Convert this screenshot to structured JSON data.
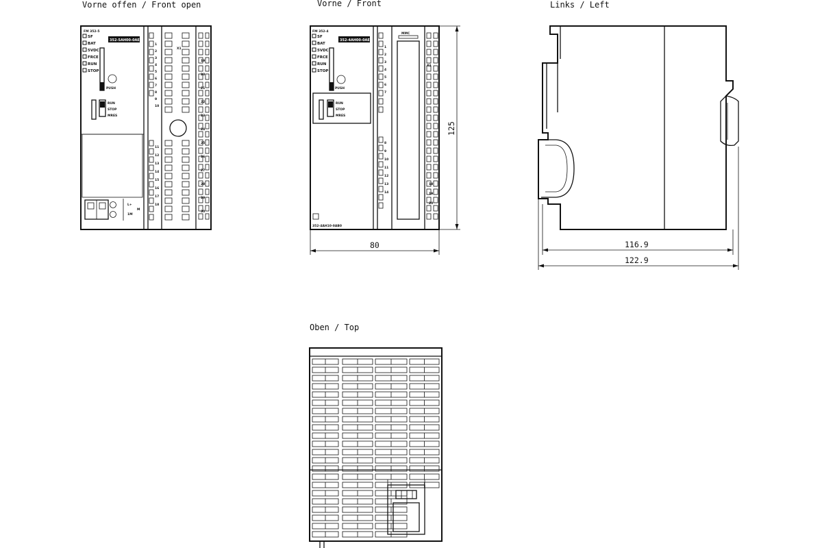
{
  "views": {
    "front_open": {
      "title": "Vorne offen / Front open",
      "module": "FM 352-5",
      "order_no": "352-5AH00-0AE0",
      "status_leds": [
        "SF",
        "BAT",
        "5VDC",
        "FRCE",
        "RUN",
        "STOP"
      ],
      "mode_labels": [
        "RUN",
        "STOP",
        "MRES"
      ],
      "push_label": "PUSH",
      "left_pins": [
        "1",
        "2",
        "3",
        "4",
        "5",
        "6",
        "7",
        "8",
        "9",
        "10"
      ],
      "lower_pins": [
        "11",
        "12",
        "13",
        "14",
        "15",
        "16",
        "17",
        "18"
      ],
      "right_pins": [
        "19",
        "20",
        "21",
        "22",
        "23",
        "24",
        "25",
        "26",
        "27",
        "28",
        "29",
        "30"
      ],
      "xsx_label": "X1",
      "terminal_labels": [
        "L+",
        "1M",
        "M"
      ]
    },
    "front": {
      "title": "Vorne / Front",
      "module": "FM 352-4",
      "order_no": "352-4AH00-0AE0",
      "status_leds": [
        "SF",
        "BAT",
        "5VDC",
        "FRCE",
        "RUN",
        "STOP"
      ],
      "mode_labels": [
        "RUN",
        "STOP",
        "MRES"
      ],
      "push_label": "PUSH",
      "card_label": "MMC",
      "footer_code": "352-4AH10-0AB0",
      "left_pins": [
        "1",
        "2",
        "3",
        "4",
        "5",
        "6",
        "7"
      ],
      "lower_pins": [
        "8",
        "9",
        "10",
        "11",
        "12",
        "13",
        "14"
      ],
      "right_pins": [
        "18",
        "19",
        "20"
      ],
      "xsx_label": "X1",
      "width_dim": "80",
      "height_dim": "125"
    },
    "left": {
      "title": "Links / Left",
      "dim_inner": "116.9",
      "dim_outer": "122.9"
    },
    "top": {
      "title": "Oben / Top"
    }
  }
}
